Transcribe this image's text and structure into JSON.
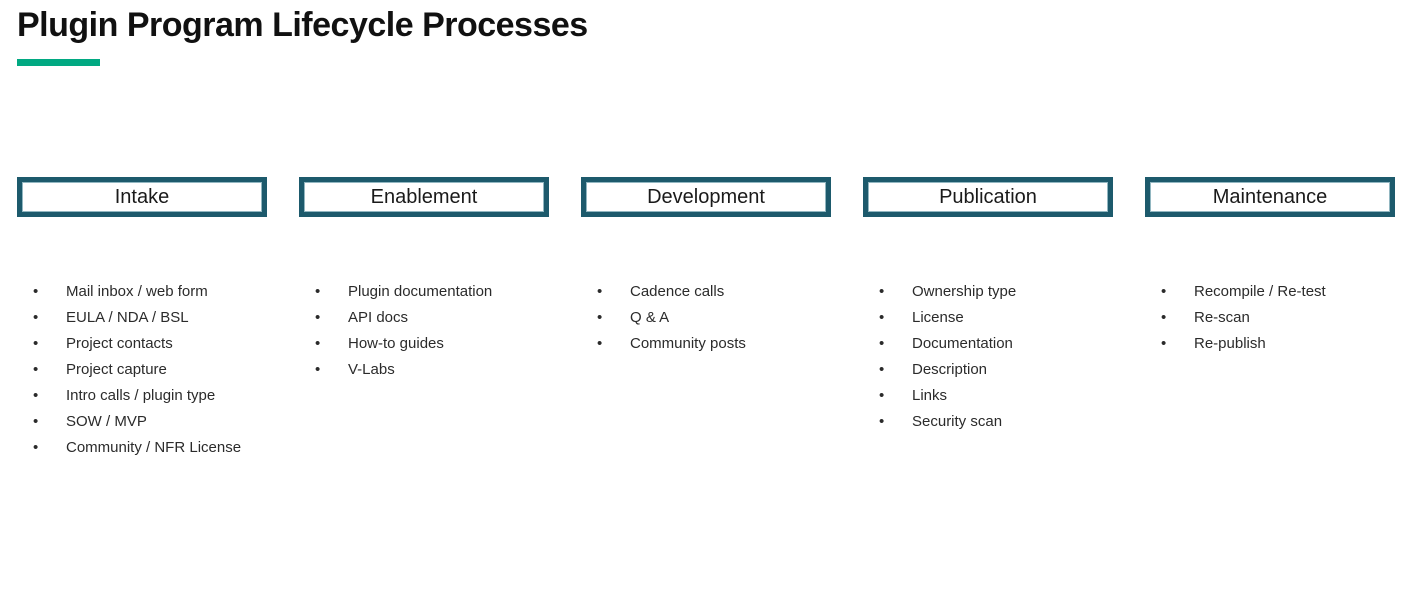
{
  "page": {
    "title": "Plugin Program Lifecycle Processes",
    "accent_color": "#01a982",
    "box_border_color": "#1d5a6c",
    "text_color": "#2b2b2b"
  },
  "columns": [
    {
      "header": "Intake",
      "items": [
        "Mail inbox / web form",
        "EULA / NDA / BSL",
        "Project contacts",
        "Project capture",
        "Intro calls / plugin type",
        "SOW / MVP",
        "Community / NFR License"
      ]
    },
    {
      "header": "Enablement",
      "items": [
        "Plugin documentation",
        "API docs",
        "How-to guides",
        "V-Labs"
      ]
    },
    {
      "header": "Development",
      "items": [
        "Cadence calls",
        "Q & A",
        "Community posts"
      ]
    },
    {
      "header": "Publication",
      "items": [
        "Ownership type",
        "License",
        "Documentation",
        "Description",
        "Links",
        "Security scan"
      ]
    },
    {
      "header": "Maintenance",
      "items": [
        "Recompile / Re-test",
        "Re-scan",
        "Re-publish"
      ]
    }
  ]
}
